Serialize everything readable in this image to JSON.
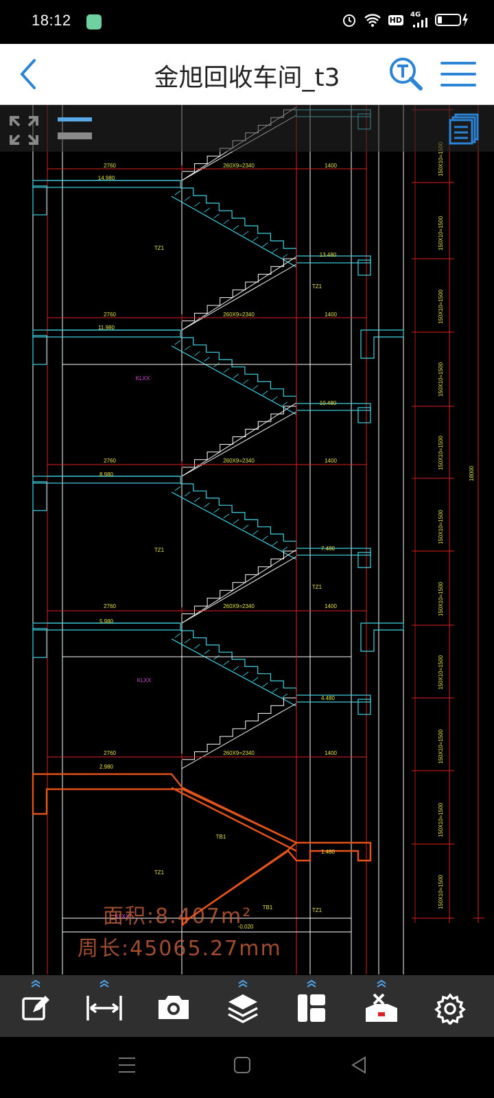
{
  "status": {
    "time": "18:12",
    "hd": "HD",
    "network": "4G"
  },
  "header": {
    "title": "金旭回收车间_t3"
  },
  "drawing": {
    "labels": [
      {
        "t": "2760",
        "c": "#e6e24a"
      },
      {
        "t": "260X9=2340",
        "c": "#e6e24a"
      },
      {
        "t": "1400",
        "c": "#e6e24a"
      },
      {
        "t": "14.980",
        "c": "#e6e24a"
      },
      {
        "t": "13.480",
        "c": "#e6e24a"
      },
      {
        "t": "TZ1",
        "c": "#e6e24a"
      },
      {
        "t": "TZ1",
        "c": "#e6e24a"
      },
      {
        "t": "2760",
        "c": "#e6e24a"
      },
      {
        "t": "260X9=2340",
        "c": "#e6e24a"
      },
      {
        "t": "1400",
        "c": "#e6e24a"
      },
      {
        "t": "11.980",
        "c": "#e6e24a"
      },
      {
        "t": "KLXX",
        "c": "#d34bd3"
      },
      {
        "t": "10.480",
        "c": "#e6e24a"
      },
      {
        "t": "2760",
        "c": "#e6e24a"
      },
      {
        "t": "260X9=2340",
        "c": "#e6e24a"
      },
      {
        "t": "1400",
        "c": "#e6e24a"
      },
      {
        "t": "8.980",
        "c": "#e6e24a"
      },
      {
        "t": "TZ1",
        "c": "#e6e24a"
      },
      {
        "t": "7.480",
        "c": "#e6e24a"
      },
      {
        "t": "TZ1",
        "c": "#e6e24a"
      },
      {
        "t": "2760",
        "c": "#e6e24a"
      },
      {
        "t": "260X9=2340",
        "c": "#e6e24a"
      },
      {
        "t": "1400",
        "c": "#e6e24a"
      },
      {
        "t": "5.980",
        "c": "#e6e24a"
      },
      {
        "t": "KLXX",
        "c": "#d34bd3"
      },
      {
        "t": "4.480",
        "c": "#e6e24a"
      },
      {
        "t": "2760",
        "c": "#e6e24a"
      },
      {
        "t": "260X9=2340",
        "c": "#e6e24a"
      },
      {
        "t": "1400",
        "c": "#e6e24a"
      },
      {
        "t": "2.980",
        "c": "#e6e24a"
      },
      {
        "t": "TB1",
        "c": "#e6e24a"
      },
      {
        "t": "1.480",
        "c": "#e6e24a"
      },
      {
        "t": "TZ1",
        "c": "#e6e24a"
      },
      {
        "t": "TB1",
        "c": "#e6e24a"
      },
      {
        "t": "TZ1",
        "c": "#e6e24a"
      },
      {
        "t": "KLXX",
        "c": "#d34bd3"
      },
      {
        "t": "-0.020",
        "c": "#e6e24a"
      },
      {
        "t": "150X10=1500",
        "c": "#e6e24a"
      },
      {
        "t": "150X10=1500",
        "c": "#e6e24a"
      },
      {
        "t": "150X10=1500",
        "c": "#e6e24a"
      },
      {
        "t": "150X10=1500",
        "c": "#e6e24a"
      },
      {
        "t": "150X10=1500",
        "c": "#e6e24a"
      },
      {
        "t": "150X10=1500",
        "c": "#e6e24a"
      },
      {
        "t": "150X10=1500",
        "c": "#e6e24a"
      },
      {
        "t": "150X10=1500",
        "c": "#e6e24a"
      },
      {
        "t": "150X10=1500",
        "c": "#e6e24a"
      },
      {
        "t": "150X10=1500",
        "c": "#e6e24a"
      },
      {
        "t": "150X10=1500",
        "c": "#e6e24a"
      },
      {
        "t": "18000",
        "c": "#e6e24a"
      }
    ]
  },
  "measurement": {
    "area": "面积:8.407m²",
    "perimeter": "周长:45065.27mm"
  },
  "toolbar": {
    "items": [
      {
        "name": "annotate-tool",
        "icon": "pencil-icon"
      },
      {
        "name": "dimension-tool",
        "icon": "measure-icon"
      },
      {
        "name": "screenshot-tool",
        "icon": "camera-icon"
      },
      {
        "name": "layers-tool",
        "icon": "layers-icon"
      },
      {
        "name": "layout-tool",
        "icon": "layout-icon"
      },
      {
        "name": "tools-tool",
        "icon": "toolbox-icon"
      },
      {
        "name": "settings-tool",
        "icon": "gear-icon"
      }
    ]
  },
  "colors": {
    "accent": "#2b84d6",
    "cyan": "#3fd6e6",
    "red": "#e02020",
    "orange": "#e6531a",
    "yellow": "#e6e24a",
    "magenta": "#d34bd3"
  }
}
